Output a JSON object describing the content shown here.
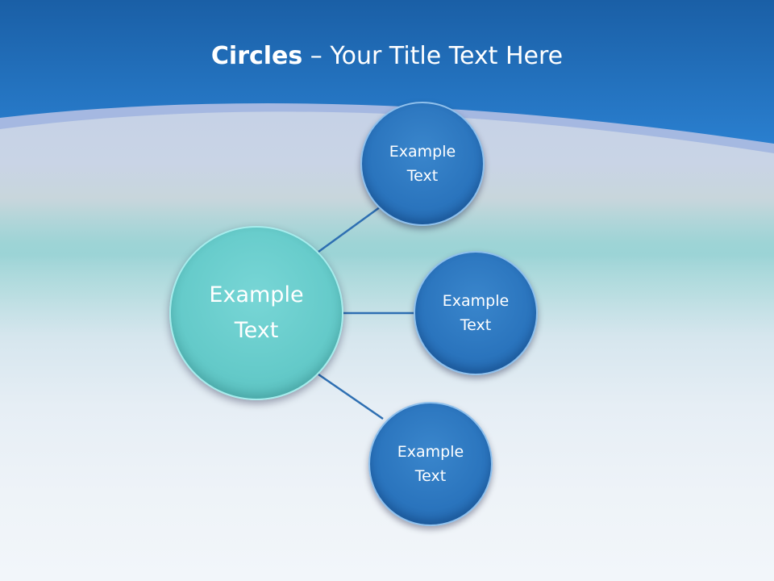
{
  "title": {
    "bold": "Circles",
    "rest": " – Your Title Text Here"
  },
  "diagram": {
    "center": {
      "label_line1": "Example",
      "label_line2": "Text"
    },
    "nodes": [
      {
        "label_line1": "Example",
        "label_line2": "Text"
      },
      {
        "label_line1": "Example",
        "label_line2": "Text"
      },
      {
        "label_line1": "Example",
        "label_line2": "Text"
      }
    ]
  },
  "colors": {
    "header_blue": "#1f6fbf",
    "node_blue": "#2a74bd",
    "center_teal": "#64cac9",
    "connector": "#2e6fb2"
  }
}
